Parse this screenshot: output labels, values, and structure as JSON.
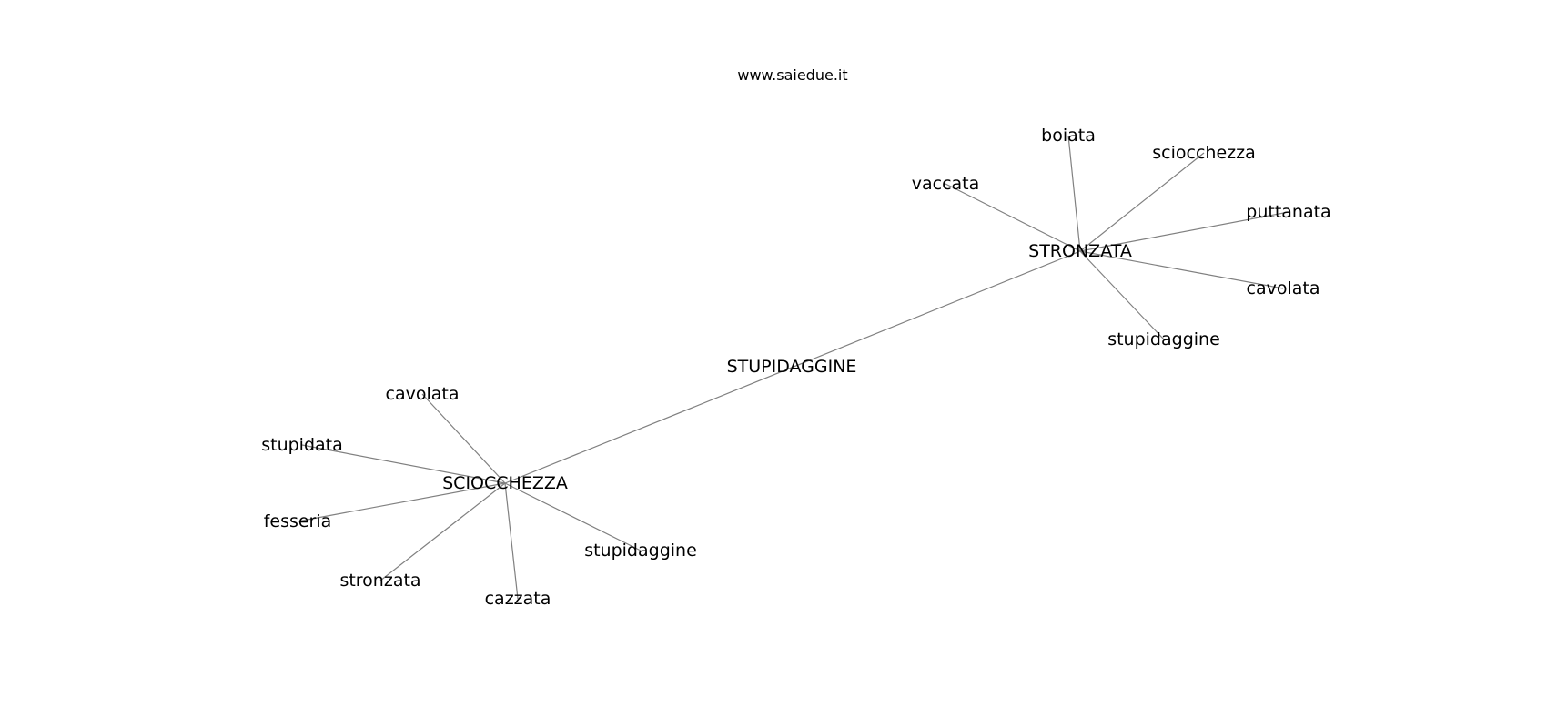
{
  "watermark": "www.saiedue.it",
  "colors": {
    "edge": "#808080",
    "text": "#000000",
    "background": "#ffffff"
  },
  "nodes": [
    {
      "id": "stupidaggine_center",
      "label": "STUPIDAGGINE"
    },
    {
      "id": "stronzata_hub",
      "label": "STRONZATA"
    },
    {
      "id": "sciocchezza_hub",
      "label": "SCIOCCHEZZA"
    },
    {
      "id": "boiata",
      "label": "boiata"
    },
    {
      "id": "sciocchezza",
      "label": "sciocchezza"
    },
    {
      "id": "vaccata",
      "label": "vaccata"
    },
    {
      "id": "puttanata",
      "label": "puttanata"
    },
    {
      "id": "cavolata_1",
      "label": "cavolata"
    },
    {
      "id": "stupidaggine_1",
      "label": "stupidaggine"
    },
    {
      "id": "cavolata_2",
      "label": "cavolata"
    },
    {
      "id": "stupidata",
      "label": "stupidata"
    },
    {
      "id": "fesseria",
      "label": "fesseria"
    },
    {
      "id": "stronzata",
      "label": "stronzata"
    },
    {
      "id": "cazzata",
      "label": "cazzata"
    },
    {
      "id": "stupidaggine_2",
      "label": "stupidaggine"
    }
  ],
  "edges": [
    [
      "sciocchezza_hub",
      "stronzata_hub"
    ],
    [
      "stronzata_hub",
      "boiata"
    ],
    [
      "stronzata_hub",
      "sciocchezza"
    ],
    [
      "stronzata_hub",
      "vaccata"
    ],
    [
      "stronzata_hub",
      "puttanata"
    ],
    [
      "stronzata_hub",
      "cavolata_1"
    ],
    [
      "stronzata_hub",
      "stupidaggine_1"
    ],
    [
      "sciocchezza_hub",
      "cavolata_2"
    ],
    [
      "sciocchezza_hub",
      "stupidata"
    ],
    [
      "sciocchezza_hub",
      "fesseria"
    ],
    [
      "sciocchezza_hub",
      "stronzata"
    ],
    [
      "sciocchezza_hub",
      "cazzata"
    ],
    [
      "sciocchezza_hub",
      "stupidaggine_2"
    ]
  ]
}
